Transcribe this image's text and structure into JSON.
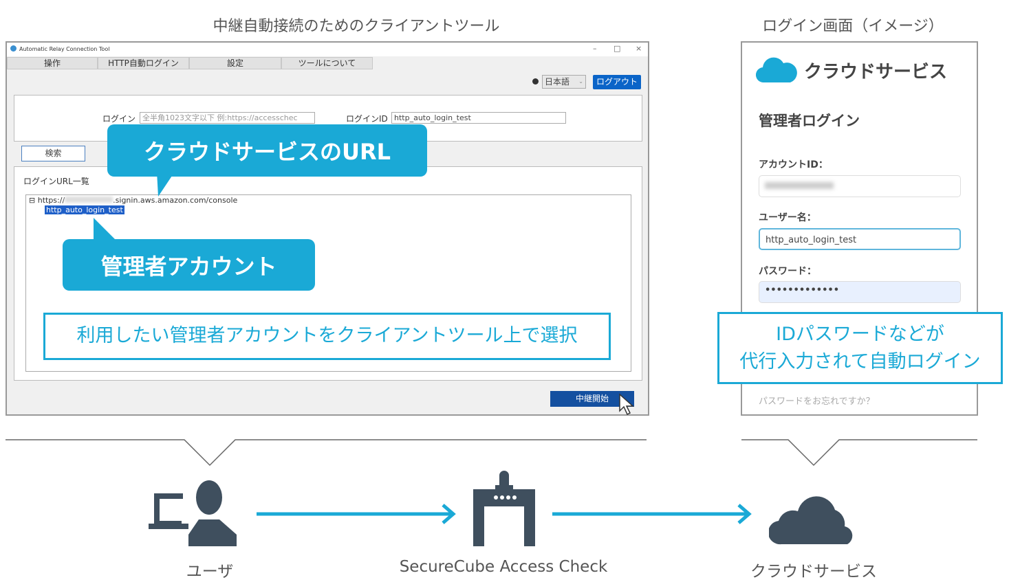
{
  "headings": {
    "client_tool": "中継自動接続のためのクライアントツール",
    "login_screen": "ログイン画面（イメージ）"
  },
  "app": {
    "window_title": "Automatic Relay Connection Tool",
    "window_controls": {
      "minimize": "–",
      "maximize": "□",
      "close": "×"
    },
    "tabs": [
      "操作",
      "HTTP自動ログイン",
      "設定",
      "ツールについて"
    ],
    "language": "日本語",
    "logout_label": "ログアウト",
    "login_label": "ログイン",
    "login_placeholder": "全半角1023文字以下 例:https://accesschec",
    "login_id_label": "ログインID",
    "login_id_value": "http_auto_login_test",
    "search_label": "検索",
    "list_label": "ログインURL一覧",
    "tree": {
      "url_prefix": "https://",
      "url_suffix": ".signin.aws.amazon.com/console",
      "child": "http_auto_login_test"
    },
    "start_relay_label": "中継開始"
  },
  "callouts": {
    "url": "クラウドサービスのURL",
    "account": "管理者アカウント",
    "select": "利用したい管理者アカウントをクライアントツール上で選択",
    "autologin_line1": "IDパスワードなどが",
    "autologin_line2": "代行入力されて自動ログイン"
  },
  "login_page": {
    "brand": "クラウドサービス",
    "title": "管理者ログイン",
    "account_id_label": "アカウントID：",
    "username_label": "ユーザー名：",
    "username_value": "http_auto_login_test",
    "password_label": "パスワード：",
    "password_value": "•••••••••••••",
    "forgot": "パスワードをお忘れですか？"
  },
  "flow": {
    "user": "ユーザ",
    "gateway": "SecureCube Access Check",
    "cloud": "クラウドサービス"
  },
  "colors": {
    "accent": "#1aa9d6",
    "icon": "#3f4f5e",
    "logout": "#0a64c8",
    "start": "#1450a0"
  }
}
